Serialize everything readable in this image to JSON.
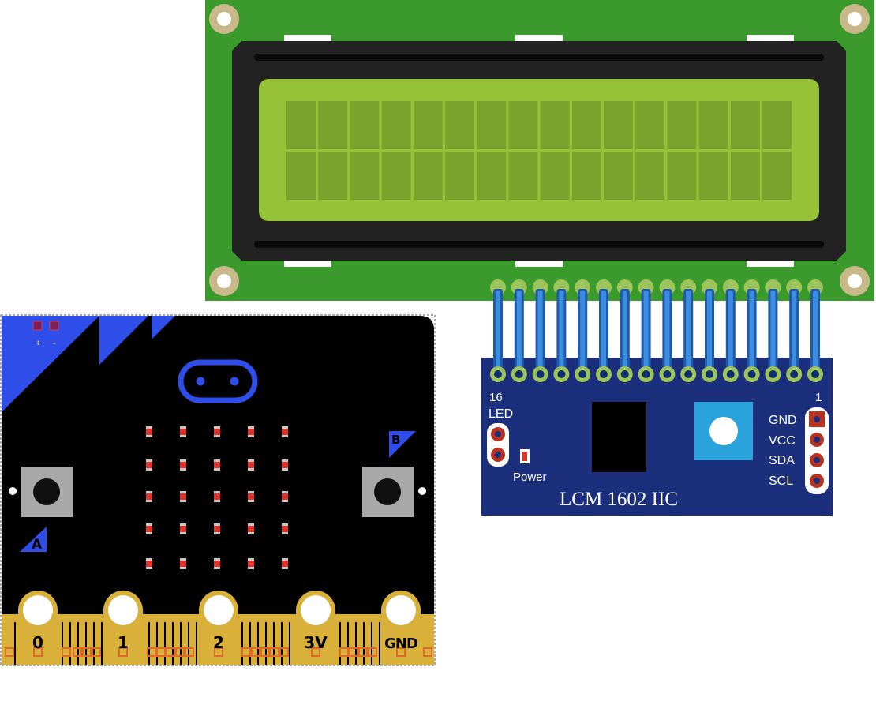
{
  "microbit": {
    "pins": [
      "0",
      "1",
      "2",
      "3V",
      "GND"
    ],
    "buttons": [
      "A",
      "B"
    ],
    "battery_plus": "+",
    "battery_minus": "-"
  },
  "lcd": {
    "columns": 16,
    "rows": 2,
    "pin_count": 16,
    "pcb_color": "#3a9a2c",
    "screen_color": "#95c236",
    "cell_color": "#7aa32d"
  },
  "i2c_module": {
    "title": "LCM 1602 IIC",
    "pin_left_label": "16",
    "pin_right_label": "1",
    "led_label": "LED",
    "power_label": "Power",
    "header_pins": [
      "GND",
      "VCC",
      "SDA",
      "SCL"
    ],
    "board_color": "#1c2f7c",
    "pot_color": "#2aa3dd"
  }
}
